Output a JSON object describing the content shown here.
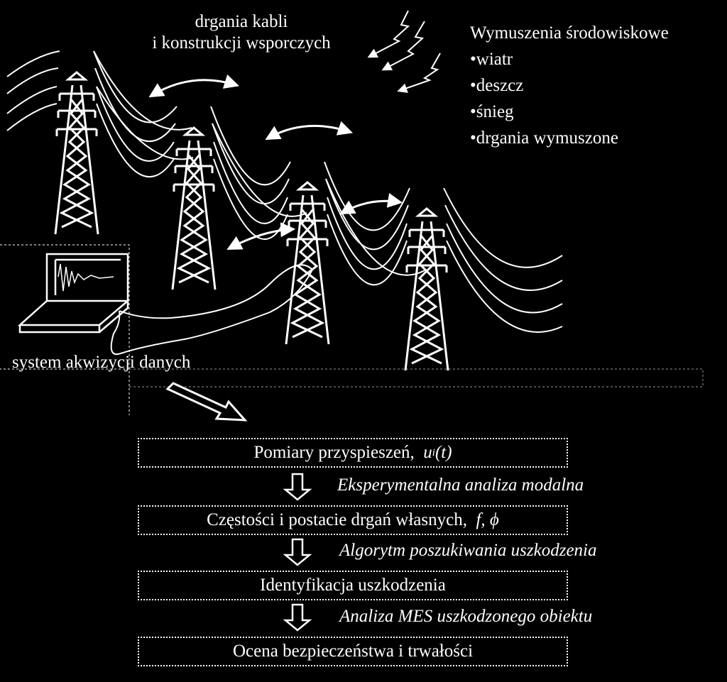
{
  "scene": {
    "cable_vibration_label": [
      "drgania kabli",
      "i konstrukcji wsporczych"
    ],
    "environment": {
      "title": "Wymuszenia środowiskowe",
      "items": [
        "wiatr",
        "deszcz",
        "śnieg",
        "drgania wymuszone"
      ]
    },
    "acquisition_label": "system akwizycji danych"
  },
  "flow": {
    "boxes": [
      {
        "text": "Pomiary przyspieszeń,",
        "symbol": "u",
        "subscript": "i",
        "arg": "(t)"
      },
      {
        "text": "Częstości i postacie drgań własnych,",
        "symbols": "f, ϕ"
      },
      {
        "text": "Identyfikacja uszkodzenia"
      },
      {
        "text": "Ocena bezpieczeństwa i trwałości"
      }
    ],
    "steps": [
      "Eksperymentalna analiza modalna",
      "Algorytm poszukiwania uszkodzenia",
      "Analiza MES uszkodzonego obiektu"
    ]
  }
}
